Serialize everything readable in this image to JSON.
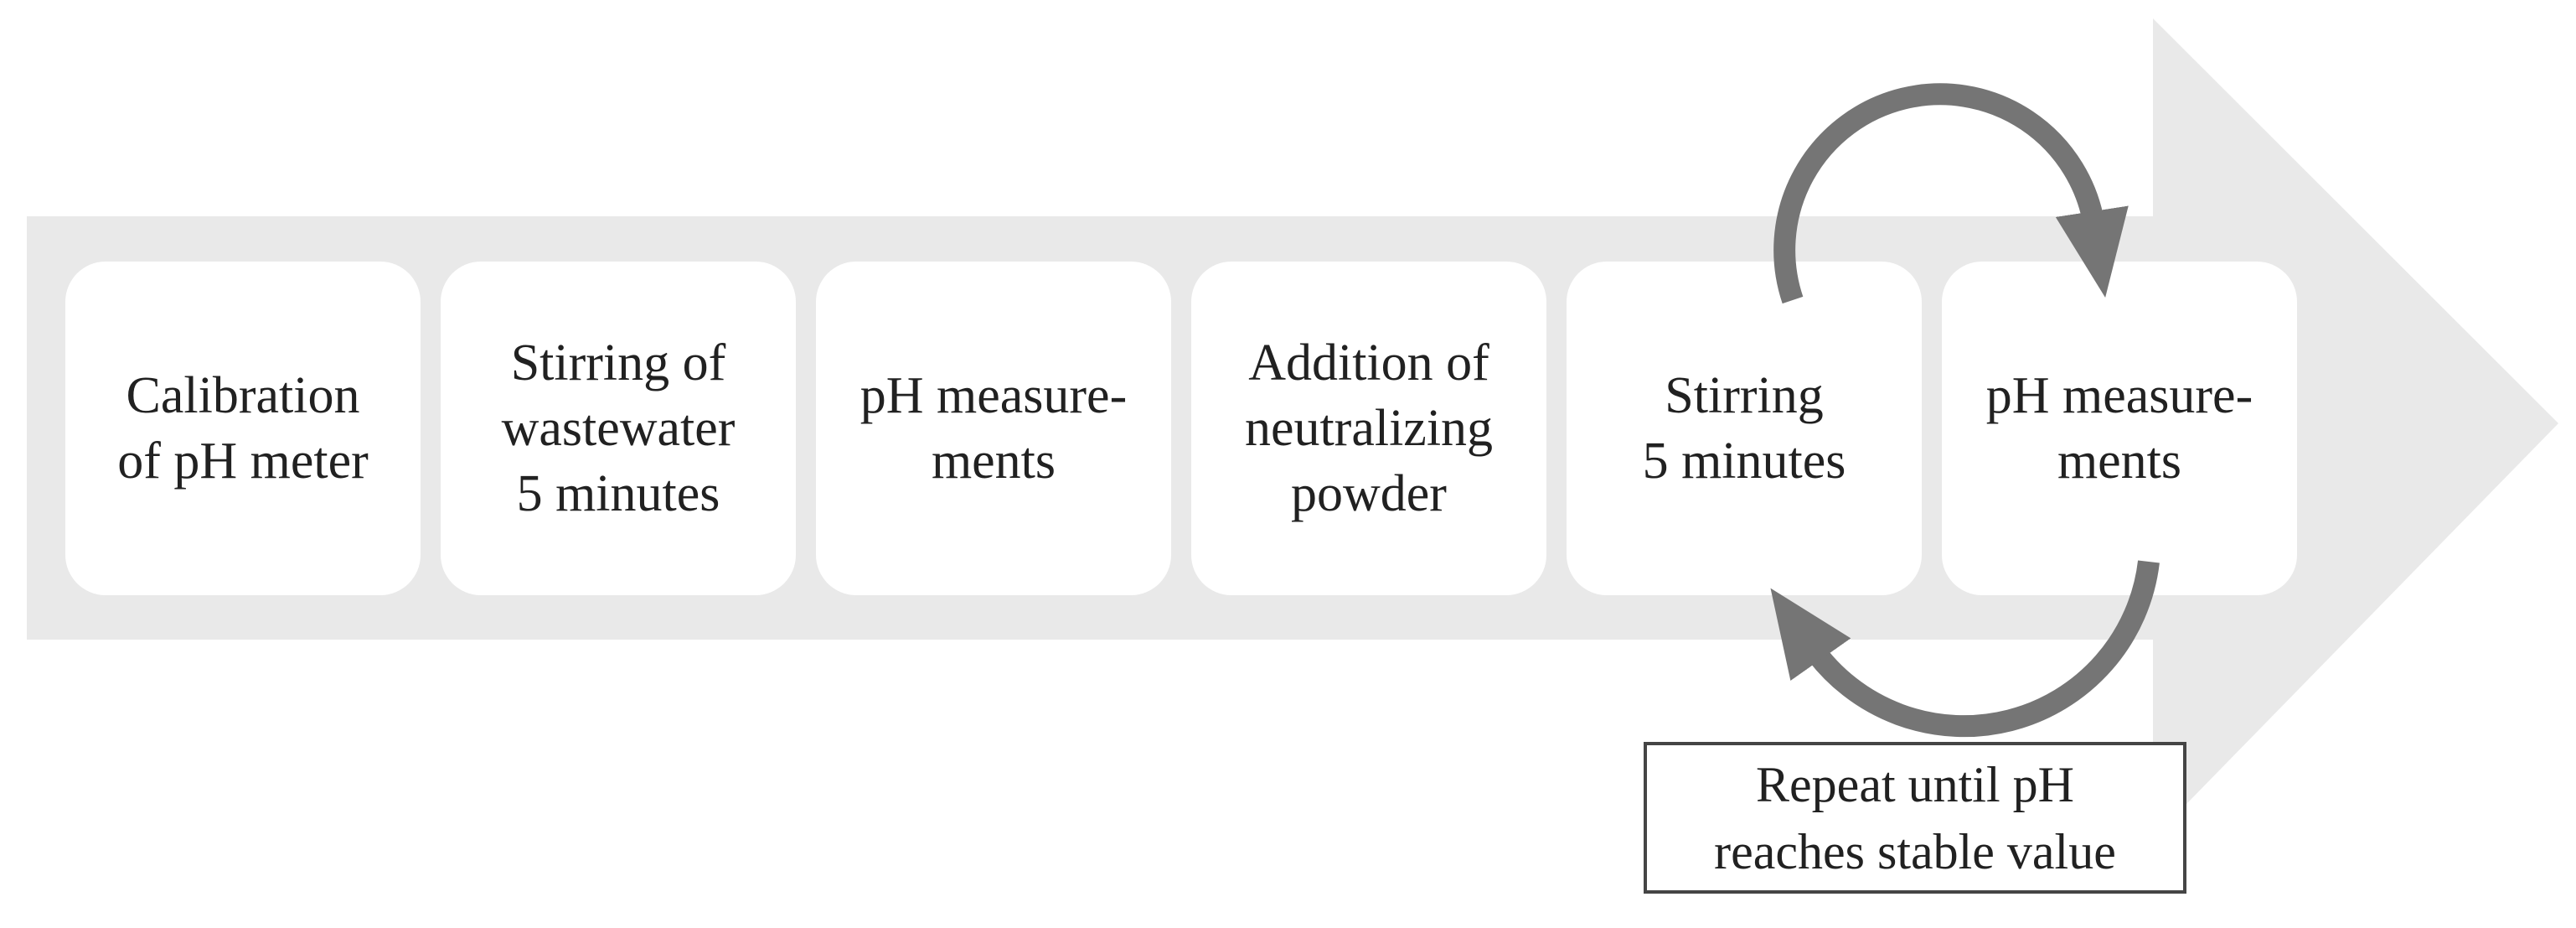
{
  "figure": {
    "type": "process-flow-diagram",
    "steps": [
      {
        "label": "Calibration\nof pH meter"
      },
      {
        "label": "Stirring of\nwastewater\n5 minutes"
      },
      {
        "label": "pH measure-\nments"
      },
      {
        "label": "Addition of\nneutralizing\npowder"
      },
      {
        "label": "Stirring\n5 minutes"
      },
      {
        "label": "pH measure-\nments"
      }
    ],
    "repeat_note": {
      "label": "Repeat until pH\nreaches stable value"
    },
    "colors": {
      "arrow_body": "#e9e9e9",
      "step_box_fill": "#ffffff",
      "label_text": "#212121",
      "loop_arrow": "#757575",
      "note_border": "#454545"
    }
  }
}
